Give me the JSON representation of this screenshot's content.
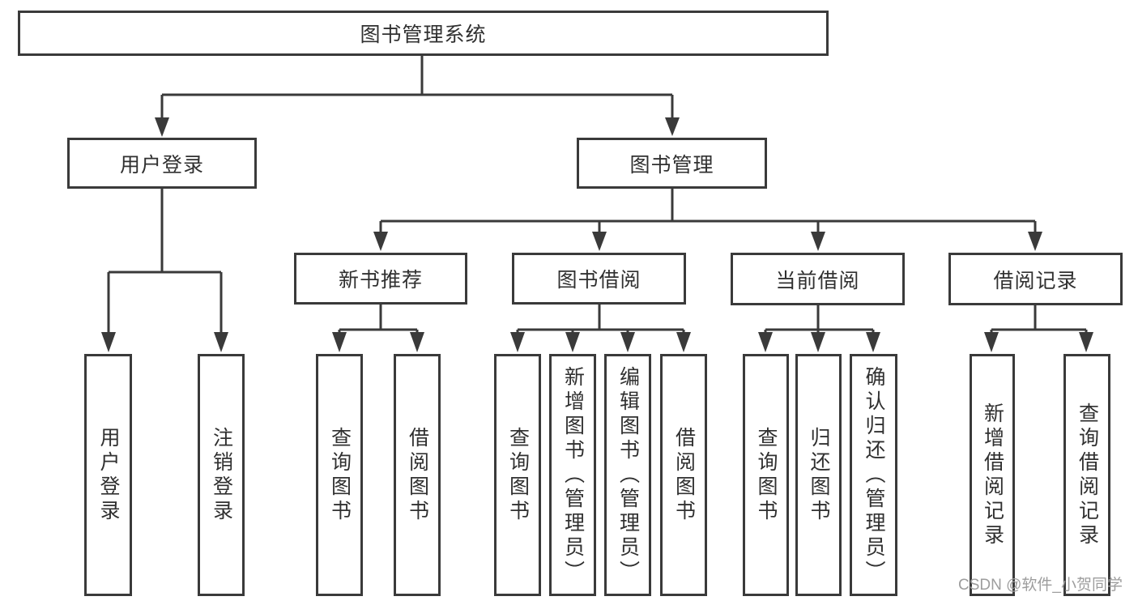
{
  "diagram": {
    "type": "function-structure-tree",
    "title": "图书管理系统",
    "nodes": {
      "root": "图书管理系统",
      "login_group": "用户登录",
      "book_mgmt": "图书管理",
      "leaf_user_login": "用户登录",
      "leaf_logout": "注销登录",
      "new_book_rec": "新书推荐",
      "book_borrow": "图书借阅",
      "current_borrow": "当前借阅",
      "borrow_records": "借阅记录",
      "nb_query_books": "查询图书",
      "nb_borrow_books": "借阅图书",
      "bb_query_books": "查询图书",
      "bb_add_books": "新增图书（管理员）",
      "bb_edit_books": "编辑图书（管理员）",
      "bb_borrow_books": "借阅图书",
      "cb_query_books": "查询图书",
      "cb_return_books": "归还图书",
      "cb_confirm_return": "确认归还（管理员）",
      "br_add_record": "新增借阅记录",
      "br_query_record": "查询借阅记录"
    },
    "hierarchy": {
      "图书管理系统": {
        "用户登录": [
          "用户登录",
          "注销登录"
        ],
        "图书管理": {
          "新书推荐": [
            "查询图书",
            "借阅图书"
          ],
          "图书借阅": [
            "查询图书",
            "新增图书（管理员）",
            "编辑图书（管理员）",
            "借阅图书"
          ],
          "当前借阅": [
            "查询图书",
            "归还图书",
            "确认归还（管理员）"
          ],
          "借阅记录": [
            "新增借阅记录",
            "查询借阅记录"
          ]
        }
      }
    },
    "colors": {
      "line": "#3a3a3a",
      "box_border": "#3a3a3a",
      "text": "#303030",
      "background": "#ffffff"
    }
  },
  "watermark": {
    "text": "CSDN @软件_小贺同学",
    "color": "#9d9d9d"
  }
}
